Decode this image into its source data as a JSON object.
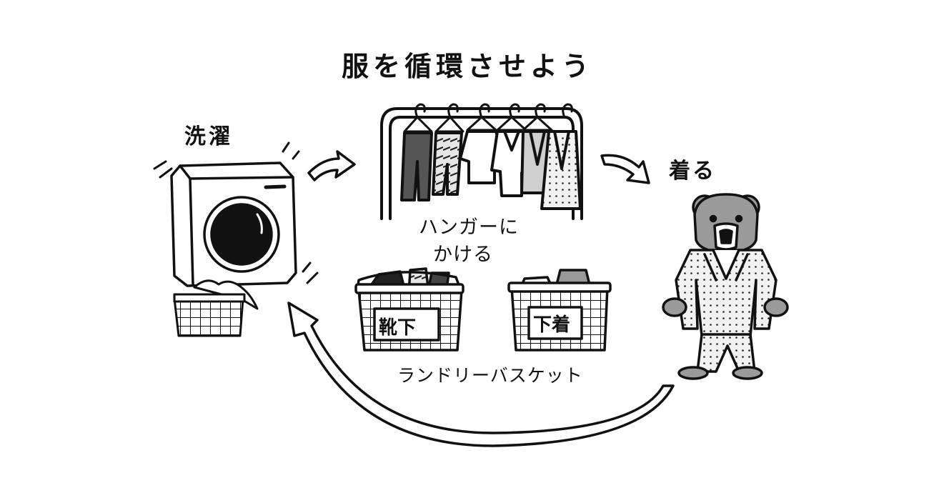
{
  "title": "服を循環させよう",
  "labels": {
    "wash": "洗濯",
    "hanger_line1": "ハンガーに",
    "hanger_line2": "かける",
    "wear": "着る",
    "laundry_basket": "ランドリーバスケット"
  },
  "baskets": {
    "socks": "靴下",
    "underwear": "下着"
  },
  "icons": [
    "washing-machine-icon",
    "clothes-rack-icon",
    "laundry-basket-icon",
    "bear-character-icon",
    "arrow-icon"
  ]
}
